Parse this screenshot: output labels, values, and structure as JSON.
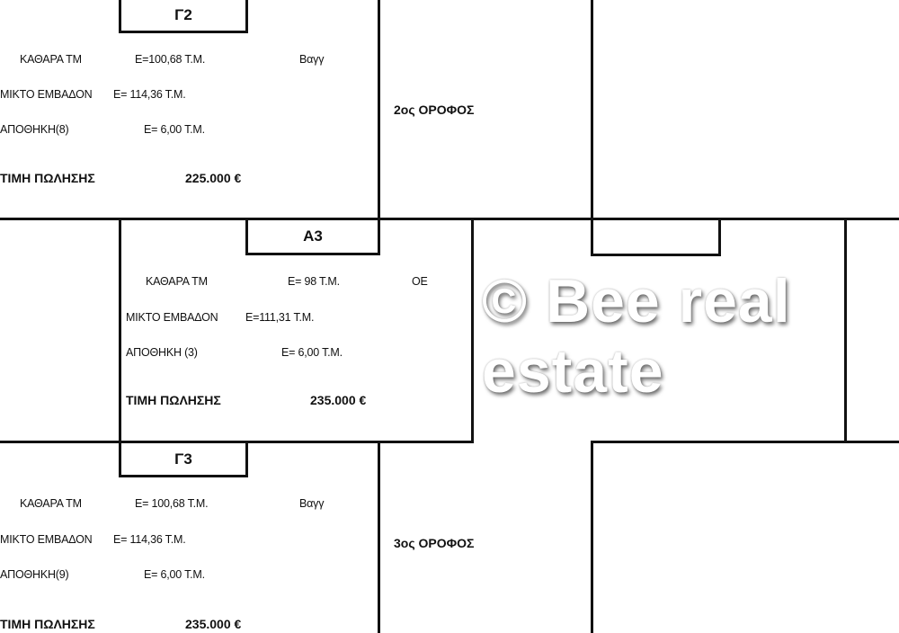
{
  "units": [
    {
      "label": "Γ2",
      "net_label": "ΚΑΘΑΡΑ ΤΜ",
      "net_value": "Ε=100,68  Τ.Μ.",
      "orientation": "Βαγγ",
      "gross_label": "ΜΙΚΤΟ ΕΜΒΑΔΟΝ",
      "gross_value": "Ε= 114,36  Τ.Μ.",
      "storage_label": "ΑΠΟΘΗΚΗ(8)",
      "storage_value": "Ε= 6,00 Τ.Μ.",
      "price_label": "ΤΙΜΗ ΠΩΛΗΣΗΣ",
      "price_value": "225.000 €"
    },
    {
      "label": "Α3",
      "net_label": "ΚΑΘΑΡΑ ΤΜ",
      "net_value": "Ε= 98 Τ.Μ.",
      "orientation": "ΟΕ",
      "gross_label": "ΜΙΚΤΟ ΕΜΒΑΔΟΝ",
      "gross_value": "Ε=111,31  Τ.Μ.",
      "storage_label": "ΑΠΟΘΗΚΗ (3)",
      "storage_value": "Ε= 6,00 Τ.Μ.",
      "price_label": "ΤΙΜΗ ΠΩΛΗΣΗΣ",
      "price_value": "235.000 €"
    },
    {
      "label": "Γ3",
      "net_label": "ΚΑΘΑΡΑ ΤΜ",
      "net_value": "Ε= 100,68 Τ.Μ.",
      "orientation": "Βαγγ",
      "gross_label": "ΜΙΚΤΟ ΕΜΒΑΔΟΝ",
      "gross_value": "Ε= 114,36 Τ.Μ.",
      "storage_label": "ΑΠΟΘΗΚΗ(9)",
      "storage_value": "Ε= 6,00 Τ.Μ.",
      "price_label": "ΤΙΜΗ ΠΩΛΗΣΗΣ",
      "price_value": "235.000 €"
    }
  ],
  "floors": [
    "2ος  ΟΡΟΦΟΣ",
    "3ος  ΟΡΟΦΟΣ"
  ],
  "watermark": "© Bee real estate"
}
